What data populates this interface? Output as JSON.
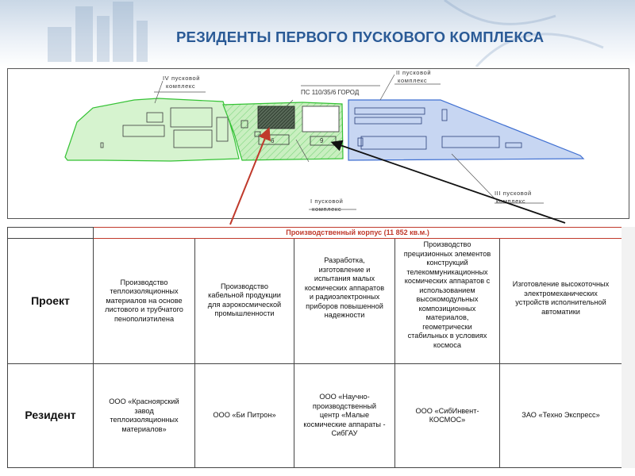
{
  "slide": {
    "title": "РЕЗИДЕНТЫ ПЕРВОГО ПУСКОВОГО КОМПЛЕКСА"
  },
  "diagram": {
    "labels": {
      "complex_4": [
        "IV пусковой",
        "комплекс"
      ],
      "complex_2": [
        "II пусковой",
        "комплекс"
      ],
      "substation": "ПС 110/35/6 ГОРОД",
      "complex_1": [
        "I пусковой",
        "комплекс"
      ],
      "complex_3": [
        "III пусковой",
        "комплекс"
      ],
      "plot_6": "6",
      "plot_9": "9"
    },
    "colors": {
      "zone_green_fill": "#c9efc0",
      "zone_green_stroke": "#35c235",
      "zone_blue_fill": "#c7d6f2",
      "zone_blue_stroke": "#3f6fd1",
      "arrow_red": "#c0392b",
      "arrow_black": "#111111"
    }
  },
  "table": {
    "span_header": "Производственный корпус (11 852 кв.м.)",
    "row_labels": {
      "project": "Проект",
      "resident": "Резидент"
    },
    "projects": [
      [
        "Производство",
        "теплоизоляционных",
        "материалов на основе",
        "листового и трубчатого",
        "пенополиэтилена"
      ],
      [
        "Производство",
        "кабельной продукции",
        "для аэрокосмической",
        "промышленности"
      ],
      [
        "Разработка,",
        "изготовление и",
        "испытания малых",
        "космических аппаратов",
        "и радиоэлектронных",
        "приборов повышенной",
        "надежности"
      ],
      [
        "Производство",
        "прецизионных элементов",
        "конструкций",
        "телекоммуникационных",
        "космических аппаратов с",
        "использованием",
        "высокомодульных",
        "композиционных",
        "материалов,",
        "геометрически",
        "стабильных в условиях",
        "космоса"
      ],
      [
        "Изготовление высокоточных",
        "электромеханических",
        "устройств исполнительной",
        "автоматики"
      ]
    ],
    "residents": [
      [
        "ООО «Красноярский",
        "завод",
        "теплоизоляционных",
        "материалов»"
      ],
      [
        "ООО «Би Питрон»"
      ],
      [
        "ООО «Научно-",
        "производственный",
        "центр «Малые",
        "космические аппараты -",
        "СибГАУ"
      ],
      [
        "ООО «СибИнвент-",
        "КОСМОС»"
      ],
      [
        "ЗАО «Техно Экспресс»"
      ]
    ]
  }
}
